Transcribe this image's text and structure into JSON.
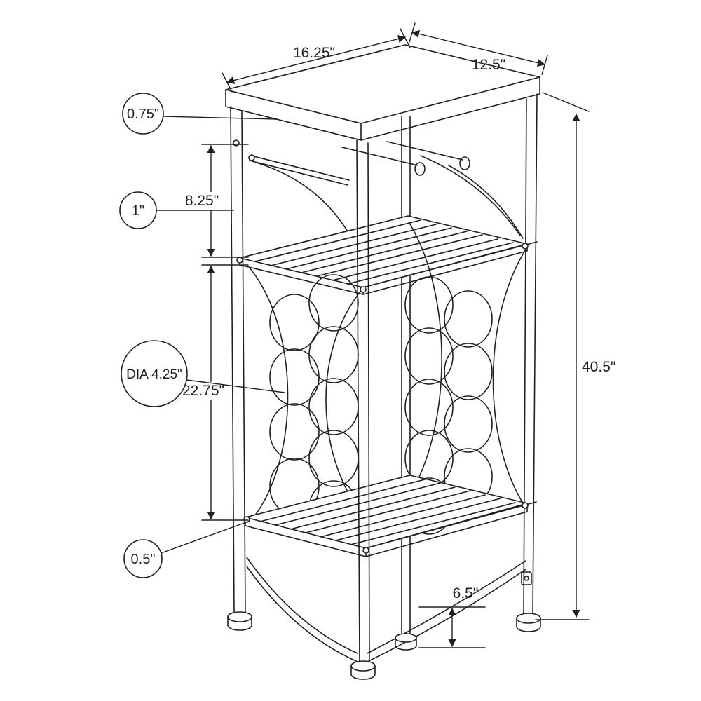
{
  "drawing": {
    "line_color": "#231f20",
    "background_color": "#ffffff"
  },
  "dimensions": {
    "top_width": "16.25\"",
    "top_depth": "12.5\"",
    "top_thickness": "0.75\"",
    "frame_tube": "1\"",
    "upper_section_height": "8.25\"",
    "bottle_ring_diameter": "DIA 4.25\"",
    "middle_section_height": "22.75\"",
    "shelf_thickness": "0.5\"",
    "leg_height": "6.5\"",
    "overall_height": "40.5\""
  }
}
